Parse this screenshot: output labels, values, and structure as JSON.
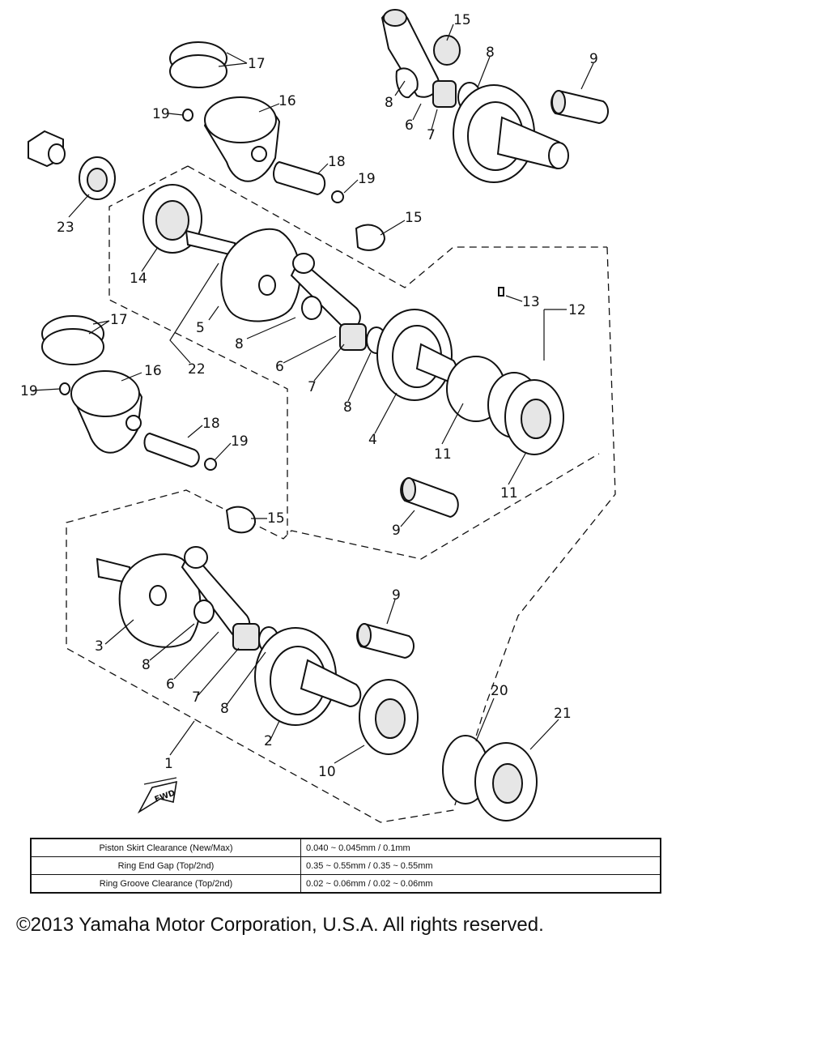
{
  "diagram": {
    "callouts": [
      {
        "id": "c15a",
        "label": "15"
      },
      {
        "id": "c8a",
        "label": "8"
      },
      {
        "id": "c9a",
        "label": "9"
      },
      {
        "id": "c8b",
        "label": "8"
      },
      {
        "id": "c6a",
        "label": "6"
      },
      {
        "id": "c7a",
        "label": "7"
      },
      {
        "id": "c17a",
        "label": "17"
      },
      {
        "id": "c19a",
        "label": "19"
      },
      {
        "id": "c16a",
        "label": "16"
      },
      {
        "id": "c18a",
        "label": "18"
      },
      {
        "id": "c19b",
        "label": "19"
      },
      {
        "id": "c23",
        "label": "23"
      },
      {
        "id": "c15b",
        "label": "15"
      },
      {
        "id": "c14",
        "label": "14"
      },
      {
        "id": "c13",
        "label": "13"
      },
      {
        "id": "c12",
        "label": "12"
      },
      {
        "id": "c17b",
        "label": "17"
      },
      {
        "id": "c5",
        "label": "5"
      },
      {
        "id": "c8c",
        "label": "8"
      },
      {
        "id": "c22",
        "label": "22"
      },
      {
        "id": "c6b",
        "label": "6"
      },
      {
        "id": "c19c",
        "label": "19"
      },
      {
        "id": "c16b",
        "label": "16"
      },
      {
        "id": "c7b",
        "label": "7"
      },
      {
        "id": "c8d",
        "label": "8"
      },
      {
        "id": "c4",
        "label": "4"
      },
      {
        "id": "c11a",
        "label": "11"
      },
      {
        "id": "c11b",
        "label": "11"
      },
      {
        "id": "c18b",
        "label": "18"
      },
      {
        "id": "c19d",
        "label": "19"
      },
      {
        "id": "c9b",
        "label": "9"
      },
      {
        "id": "c15c",
        "label": "15"
      },
      {
        "id": "c9c",
        "label": "9"
      },
      {
        "id": "c3",
        "label": "3"
      },
      {
        "id": "c8e",
        "label": "8"
      },
      {
        "id": "c6c",
        "label": "6"
      },
      {
        "id": "c7c",
        "label": "7"
      },
      {
        "id": "c8f",
        "label": "8"
      },
      {
        "id": "c20",
        "label": "20"
      },
      {
        "id": "c21",
        "label": "21"
      },
      {
        "id": "c2",
        "label": "2"
      },
      {
        "id": "c10",
        "label": "10"
      },
      {
        "id": "c1",
        "label": "1"
      }
    ],
    "fwd_label": "FWD"
  },
  "spec_table": {
    "rows": [
      {
        "label": "Piston Skirt Clearance (New/Max)",
        "value": "0.040 ~ 0.045mm / 0.1mm"
      },
      {
        "label": "Ring End Gap (Top/2nd)",
        "value": "0.35 ~ 0.55mm / 0.35 ~ 0.55mm"
      },
      {
        "label": "Ring Groove Clearance (Top/2nd)",
        "value": "0.02 ~ 0.06mm / 0.02 ~ 0.06mm"
      }
    ]
  },
  "copyright": "©2013 Yamaha Motor Corporation, U.S.A. All rights reserved."
}
